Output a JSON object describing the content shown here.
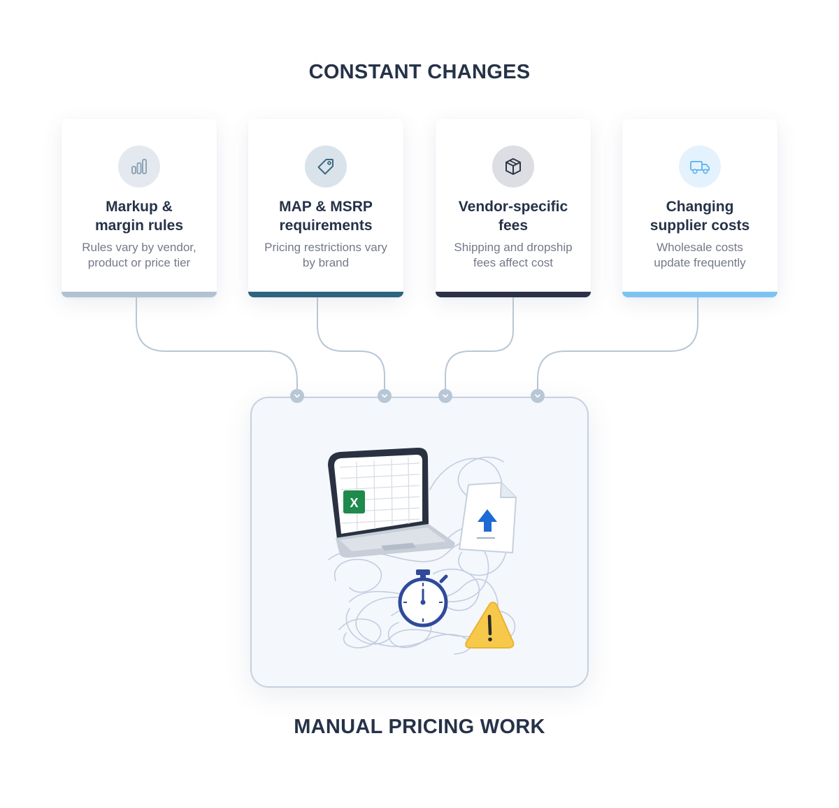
{
  "header": {
    "title": "CONSTANT CHANGES"
  },
  "footer": {
    "title": "MANUAL PRICING WORK"
  },
  "cards": [
    {
      "title_line1": "Markup &",
      "title_line2": "margin rules",
      "desc_line1": "Rules vary by vendor,",
      "desc_line2": "product or price tier",
      "icon": "bar-chart-icon",
      "accent": "#b1c3d2",
      "icon_bg": "#e4e9ef",
      "icon_color": "#8fa3b8"
    },
    {
      "title_line1": "MAP & MSRP",
      "title_line2": "requirements",
      "desc_line1": "Pricing restrictions vary",
      "desc_line2": "by brand",
      "icon": "tag-icon",
      "accent": "#2e6480",
      "icon_bg": "#dbe3ea",
      "icon_color": "#3a6a86"
    },
    {
      "title_line1": "Vendor-specific",
      "title_line2": "fees",
      "desc_line1": "Shipping and dropship",
      "desc_line2": "fees affect cost",
      "icon": "box-icon",
      "accent": "#2a3148",
      "icon_bg": "#dcdee3",
      "icon_color": "#2f3546"
    },
    {
      "title_line1": "Changing",
      "title_line2": "supplier costs",
      "desc_line1": "Wholesale costs",
      "desc_line2": "update frequently",
      "icon": "truck-icon",
      "accent": "#7cc3f4",
      "icon_bg": "#e3f2fd",
      "icon_color": "#6ab6ee"
    }
  ],
  "illustration": {
    "spreadsheet_letter": "X"
  }
}
